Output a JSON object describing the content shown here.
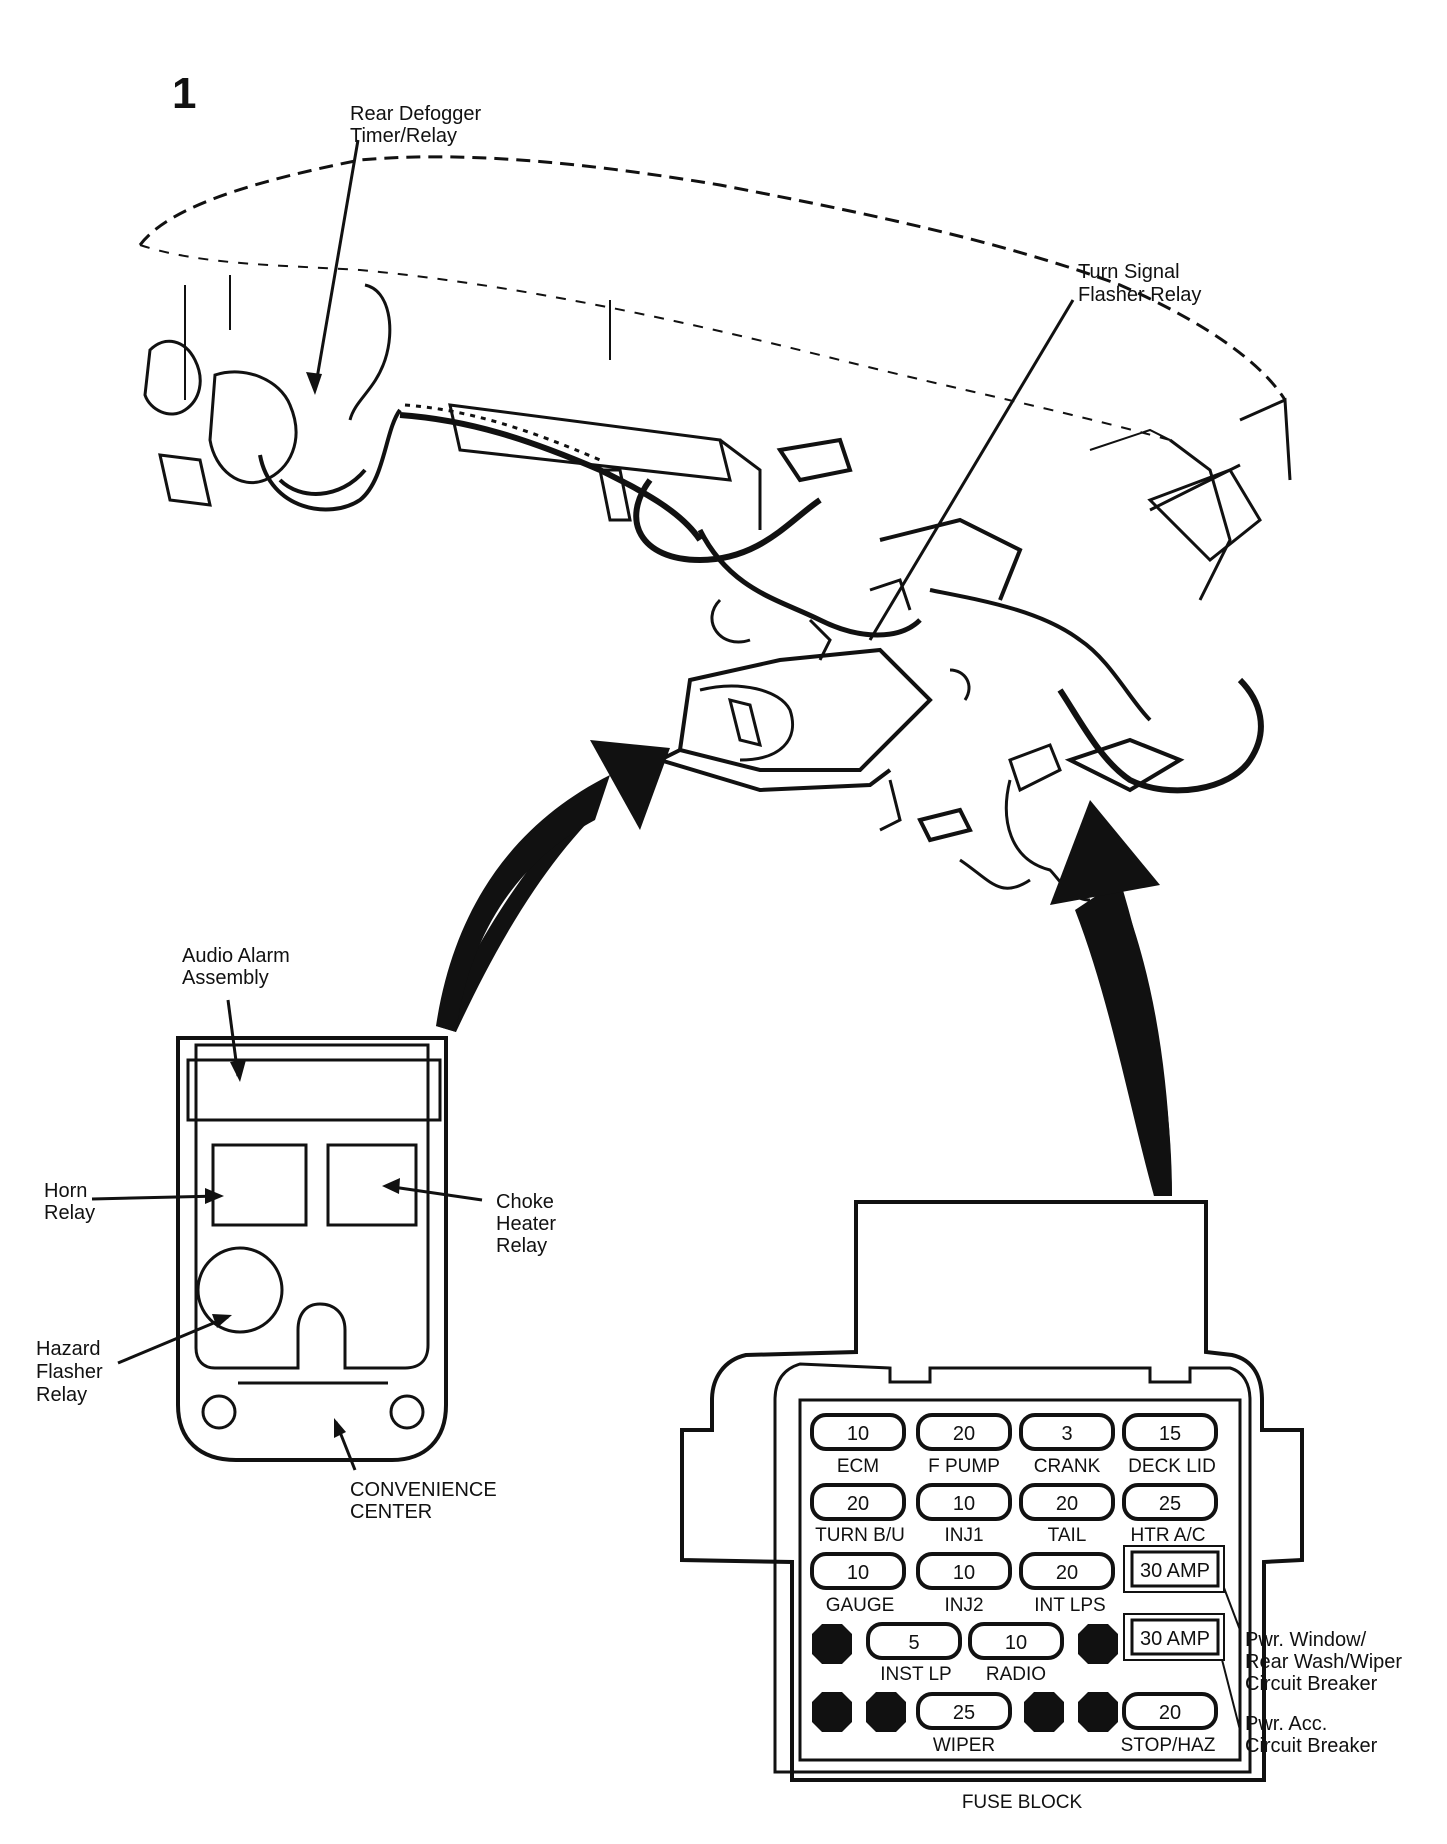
{
  "figure_number": "1",
  "callouts": {
    "rear_defogger": [
      "Rear Defogger",
      "Timer/Relay"
    ],
    "turn_signal": [
      "Turn Signal",
      "Flasher Relay"
    ],
    "audio_alarm": [
      "Audio Alarm",
      "Assembly"
    ],
    "horn_relay": [
      "Horn",
      "Relay"
    ],
    "choke_heater": [
      "Choke",
      "Heater",
      "Relay"
    ],
    "hazard_flasher": [
      "Hazard",
      "Flasher",
      "Relay"
    ],
    "convenience_center": [
      "CONVENIENCE",
      "CENTER"
    ],
    "pwr_window_cb": [
      "Pwr. Window/",
      "Rear Wash/Wiper",
      "Circuit Breaker"
    ],
    "pwr_acc_cb": [
      "Pwr. Acc.",
      "Circuit Breaker"
    ]
  },
  "fuse_block": {
    "title": "FUSE BLOCK",
    "row1": [
      {
        "value": "10",
        "label": "ECM"
      },
      {
        "value": "20",
        "label": "F PUMP"
      },
      {
        "value": "3",
        "label": "CRANK"
      },
      {
        "value": "15",
        "label": "DECK LID"
      }
    ],
    "row2": [
      {
        "value": "20",
        "label": "TURN B/U"
      },
      {
        "value": "10",
        "label": "INJ1"
      },
      {
        "value": "20",
        "label": "TAIL"
      },
      {
        "value": "25",
        "label": "HTR A/C"
      }
    ],
    "row3": [
      {
        "value": "10",
        "label": "GAUGE"
      },
      {
        "value": "10",
        "label": "INJ2"
      },
      {
        "value": "20",
        "label": "INT LPS"
      }
    ],
    "row4": [
      {
        "value": "5",
        "label": "INST LP"
      },
      {
        "value": "10",
        "label": "RADIO"
      }
    ],
    "row5": [
      {
        "value": "25",
        "label": "WIPER"
      },
      {
        "value": "20",
        "label": "STOP/HAZ"
      }
    ],
    "breaker_top": "30 AMP",
    "breaker_bottom": "30 AMP"
  }
}
